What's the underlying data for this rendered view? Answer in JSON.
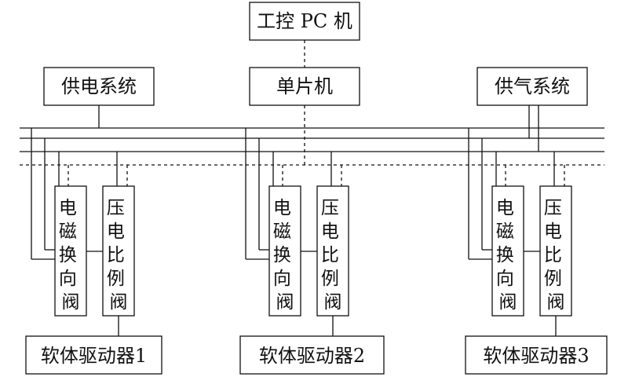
{
  "nodes": {
    "ipc": "工控 PC 机",
    "power_supply": "供电系统",
    "mcu": "单片机",
    "gas_supply": "供气系统"
  },
  "groups": [
    {
      "solenoid": "电磁换向阀",
      "piezo": "压电比例阀",
      "driver": "软体驱动器1"
    },
    {
      "solenoid": "电磁换向阀",
      "piezo": "压电比例阀",
      "driver": "软体驱动器2"
    },
    {
      "solenoid": "电磁换向阀",
      "piezo": "压电比例阀",
      "driver": "软体驱动器3"
    }
  ]
}
